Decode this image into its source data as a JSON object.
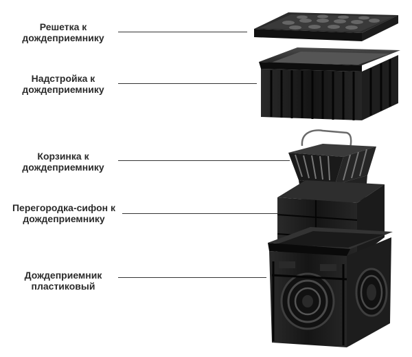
{
  "labels": {
    "grate": {
      "line1": "Решетка к",
      "line2": "дождеприемнику"
    },
    "extension": {
      "line1": "Надстройка к",
      "line2": "дождеприемнику"
    },
    "basket": {
      "line1": "Корзинка к",
      "line2": "дождеприемнику"
    },
    "siphon": {
      "line1": "Перегородка-сифон к",
      "line2": "дождеприемнику"
    },
    "inlet": {
      "line1": "Дождеприемник",
      "line2": "пластиковый"
    }
  },
  "colors": {
    "plastic": "#1a1a1a",
    "plastic_light": "#3a3a3a",
    "text": "#2b2b2b"
  }
}
